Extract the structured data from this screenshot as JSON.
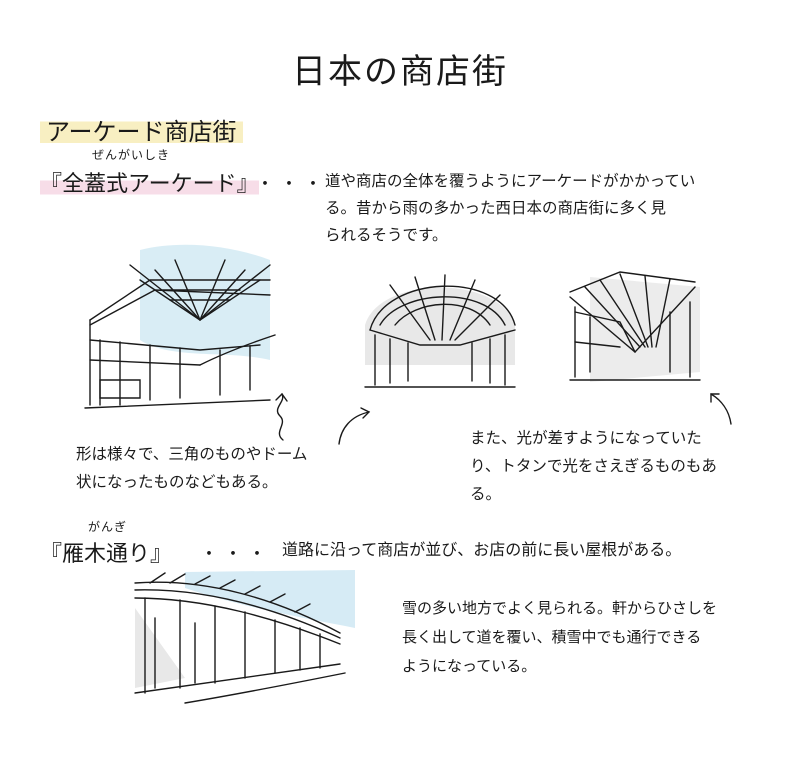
{
  "title": "日本の商店街",
  "arcade_section": {
    "heading": "アーケード商店街",
    "term_ruby": "ぜんがいしき",
    "term": "『全蓋式アーケード』",
    "dots": "・・・",
    "description_lines": [
      "道や商店の全体を覆うようにアーケードがかかってい",
      "る。昔から雨の多かった西日本の商店街に多く見",
      "られるそうです。"
    ],
    "note_left_lines": [
      "形は様々で、三角のものやドーム",
      "状になったものなどもある。"
    ],
    "note_right_lines": [
      "また、光が差すようになっていた",
      "り、トタンで光をさえぎるものもあ",
      "る。"
    ]
  },
  "gangi_section": {
    "term_ruby": "がんぎ",
    "term": "『雁木通り』",
    "dots": "・・・",
    "description": "道路に沿って商店が並び、お店の前に長い屋根がある。",
    "note_lines": [
      "雪の多い地方でよく見られる。軒からひさしを",
      "長く出して道を覆い、積雪中でも通行できる",
      "ようになっている。"
    ]
  },
  "colors": {
    "sky": "#cfe8f3",
    "heading_highlight": "#f8efc2",
    "term_highlight": "#f7dde8",
    "shadow": "#d9d9d9"
  },
  "icons": [
    "triangle-arcade-sketch",
    "dome-arcade-sketch",
    "skylight-arcade-sketch",
    "gangi-street-sketch",
    "curl-arrow-icon",
    "curved-arrow-icon"
  ]
}
